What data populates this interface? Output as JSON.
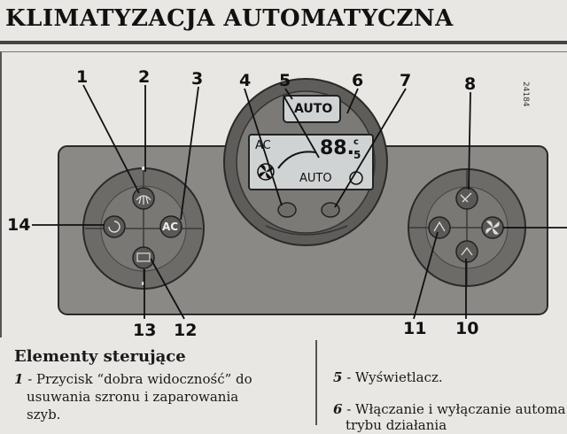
{
  "page": {
    "title": "KLIMATYZACJA AUTOMATYCZNA"
  },
  "figure": {
    "reference_code": "24184",
    "display": {
      "auto_top": "AUTO",
      "ac": "AC",
      "temperature": "88.",
      "temp_superscript": "c",
      "temp_decimal": "5",
      "auto_bottom": "AUTO"
    },
    "left_panel": {
      "ac_button_label": "AC"
    },
    "callouts": [
      "1",
      "2",
      "3",
      "4",
      "5",
      "6",
      "7",
      "8",
      "10",
      "11",
      "12",
      "13",
      "14"
    ]
  },
  "section": {
    "heading": "Elementy sterujące",
    "items": [
      {
        "number": "1",
        "separator": " - ",
        "text": "Przycisk “dobra widoczność” do",
        "continuation": "usuwania szronu i zaparowania",
        "continuation2": "szyb."
      },
      {
        "number": "5",
        "separator": " - ",
        "text": "Wyświetlacz."
      },
      {
        "number": "6",
        "separator": " - ",
        "text": "Włączanie i wyłączanie automa",
        "continuation": "trybu działania"
      }
    ]
  },
  "colors": {
    "panel": "#8a8986",
    "knob": "#6d6b68",
    "display_bg": "#cfd3d3",
    "ink": "#111111"
  }
}
